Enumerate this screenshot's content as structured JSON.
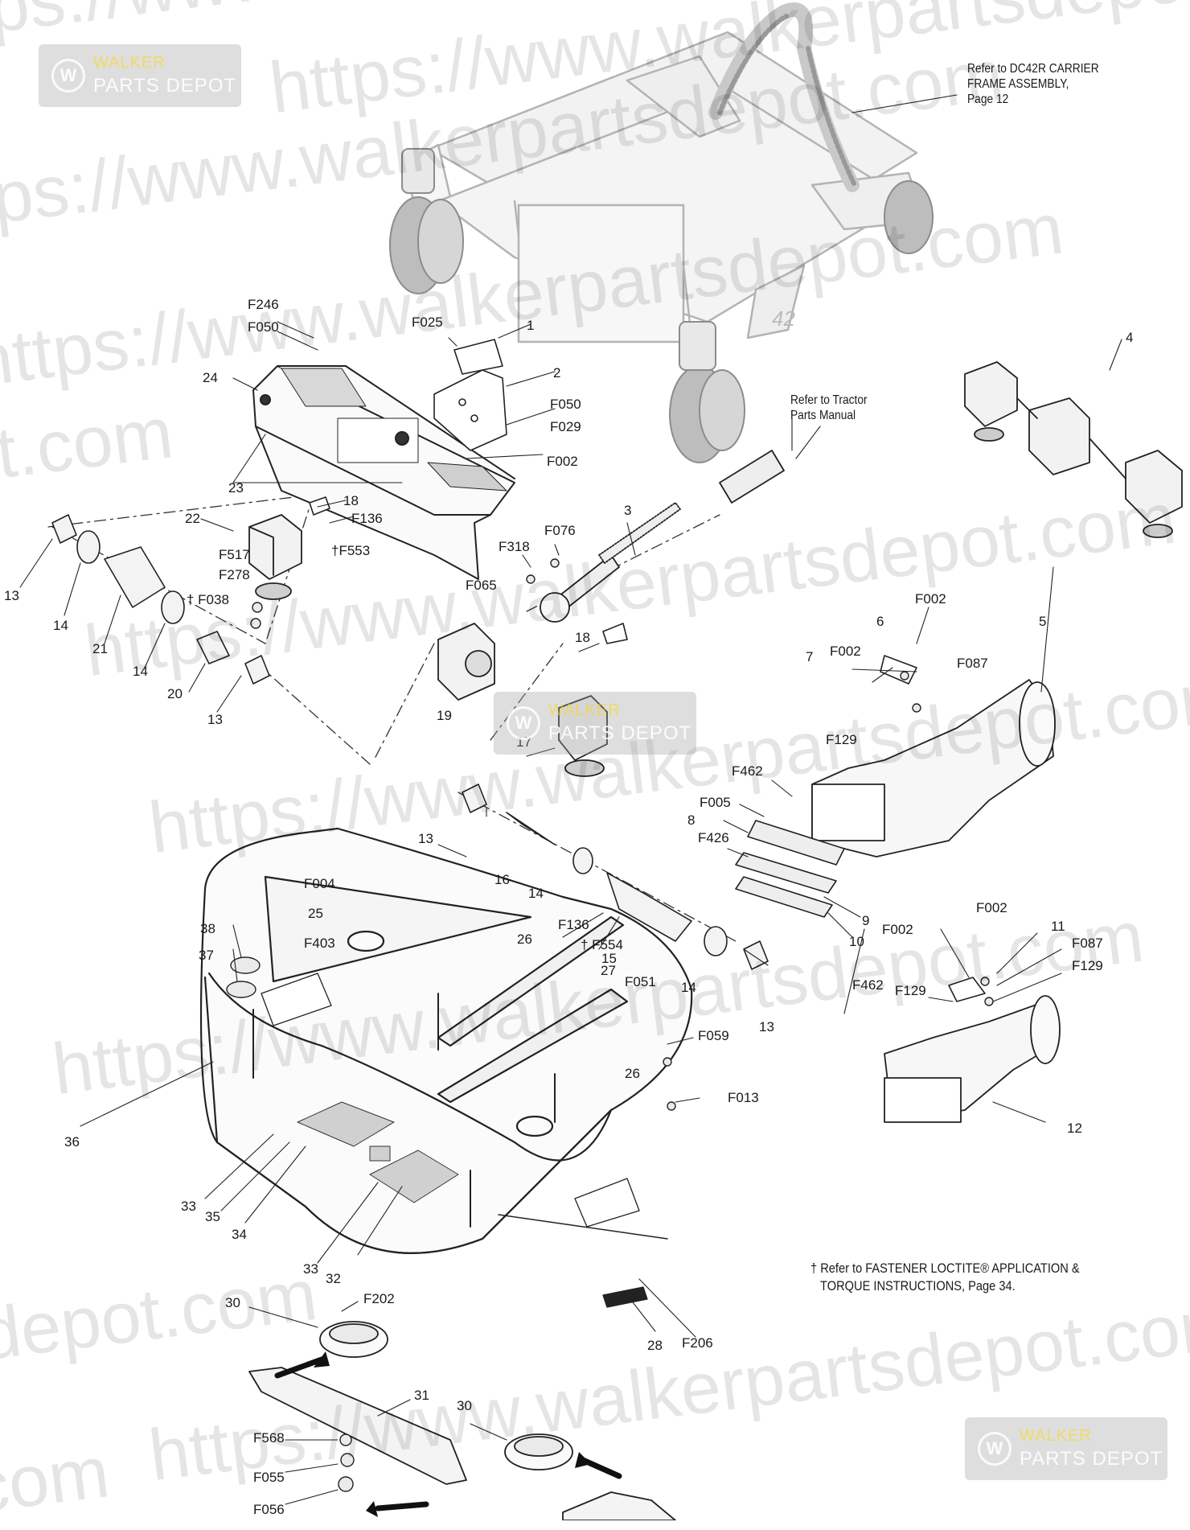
{
  "watermark": {
    "url_fragments": [
      "ps://www.walkerpartsdepot.com",
      "https://www.walkerpartsdepot.com",
      "tps://www.walkerpartsdepot.com",
      "https://www.walkerpartsdepot.com",
      "ot.com",
      "https://www.walkerpartsdepot.com",
      "https://www.walkerpartsdepot.com",
      "https://www.walkerpartsdepot.com",
      "depot.com",
      "https://www.walkerpartsdepot.com",
      "com"
    ],
    "logo_line1": "WALKER",
    "logo_line2": "PARTS DEPOT",
    "logo_glyph": "W"
  },
  "notes": {
    "carrier_ref": [
      "Refer to DC42R CARRIER",
      "FRAME ASSEMBLY,",
      "Page 12"
    ],
    "tractor_ref": [
      "Refer to Tractor",
      "Parts Manual"
    ],
    "loctite_ref": [
      "† Refer to FASTENER LOCTITE® APPLICATION &",
      "TORQUE INSTRUCTIONS, Page 34."
    ]
  },
  "callouts": [
    {
      "label": "F246"
    },
    {
      "label": "F050"
    },
    {
      "label": "F025"
    },
    {
      "label": "1"
    },
    {
      "label": "24"
    },
    {
      "label": "2"
    },
    {
      "label": "F050"
    },
    {
      "label": "F029"
    },
    {
      "label": "F002"
    },
    {
      "label": "23"
    },
    {
      "label": "4"
    },
    {
      "label": "22"
    },
    {
      "label": "18"
    },
    {
      "label": "F136"
    },
    {
      "label": "†F553"
    },
    {
      "label": "F517"
    },
    {
      "label": "F278"
    },
    {
      "label": "† F038"
    },
    {
      "label": "13"
    },
    {
      "label": "14"
    },
    {
      "label": "21"
    },
    {
      "label": "14"
    },
    {
      "label": "20"
    },
    {
      "label": "13"
    },
    {
      "label": "3"
    },
    {
      "label": "F318"
    },
    {
      "label": "F076"
    },
    {
      "label": "F065"
    },
    {
      "label": "19"
    },
    {
      "label": "18"
    },
    {
      "label": "17"
    },
    {
      "label": "F002"
    },
    {
      "label": "6"
    },
    {
      "label": "F002"
    },
    {
      "label": "7"
    },
    {
      "label": "F087"
    },
    {
      "label": "5"
    },
    {
      "label": "F129"
    },
    {
      "label": "F462"
    },
    {
      "label": "F005"
    },
    {
      "label": "8"
    },
    {
      "label": "F426"
    },
    {
      "label": "13"
    },
    {
      "label": "16"
    },
    {
      "label": "14"
    },
    {
      "label": "9"
    },
    {
      "label": "10"
    },
    {
      "label": "F004"
    },
    {
      "label": "25"
    },
    {
      "label": "F403"
    },
    {
      "label": "38"
    },
    {
      "label": "37"
    },
    {
      "label": "F136"
    },
    {
      "label": "† F554"
    },
    {
      "label": "15"
    },
    {
      "label": "26"
    },
    {
      "label": "27"
    },
    {
      "label": "F051"
    },
    {
      "label": "14"
    },
    {
      "label": "13"
    },
    {
      "label": "F462"
    },
    {
      "label": "F002"
    },
    {
      "label": "F002"
    },
    {
      "label": "11"
    },
    {
      "label": "F087"
    },
    {
      "label": "F129"
    },
    {
      "label": "F129"
    },
    {
      "label": "F059"
    },
    {
      "label": "26"
    },
    {
      "label": "F013"
    },
    {
      "label": "36"
    },
    {
      "label": "12"
    },
    {
      "label": "33"
    },
    {
      "label": "35"
    },
    {
      "label": "34"
    },
    {
      "label": "33"
    },
    {
      "label": "32"
    },
    {
      "label": "30"
    },
    {
      "label": "F202"
    },
    {
      "label": "28"
    },
    {
      "label": "F206"
    },
    {
      "label": "30"
    },
    {
      "label": "31"
    },
    {
      "label": "F568"
    },
    {
      "label": "F055"
    },
    {
      "label": "F056"
    }
  ],
  "colors": {
    "line": "#2a2a2a",
    "frame": "#b9b9b9",
    "tire": "#9a9a9a",
    "watermark": "#d8d8d8"
  }
}
